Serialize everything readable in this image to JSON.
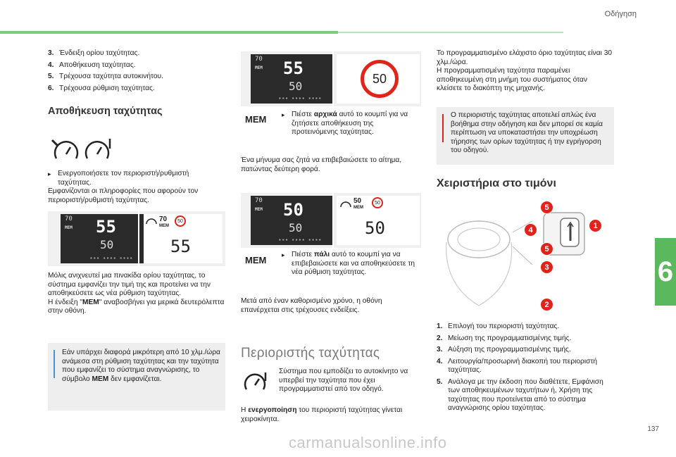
{
  "header": {
    "section": "Οδήγηση",
    "page": "137",
    "tab": "6"
  },
  "watermark": "carmanualsonline.info",
  "col1": {
    "list": [
      {
        "n": "3.",
        "t": "Ένδειξη ορίου ταχύτητας."
      },
      {
        "n": "4.",
        "t": "Αποθήκευση ταχύτητας."
      },
      {
        "n": "5.",
        "t": "Τρέχουσα ταχύτητα αυτοκινήτου."
      },
      {
        "n": "6.",
        "t": "Τρέχουσα ρύθμιση ταχύτητας."
      }
    ],
    "heading": "Αποθήκευση ταχύτητας",
    "bullet": "Ενεργοποιήσετε τον περιοριστή/ρυθμιστή ταχύτητας.",
    "para1": "Εμφανίζονται οι πληροφορίες που αφορούν τον περιοριστή/ρυθμιστή ταχύτητας.",
    "screen_a": {
      "big": "55",
      "small": "50",
      "tiny": "70",
      "mem": "MEM"
    },
    "screen_b": {
      "tiny": "70",
      "mem": "MEM",
      "circle": "50",
      "big": "55"
    },
    "para2": "Μόλις ανιχνευτεί μια πινακίδα ορίου ταχύτητας, το σύστημα εμφανίζει την τιμή της και προτείνει να την αποθηκεύσετε ως νέα ρύθμιση ταχύτητας.",
    "para3a": "Η ένδειξη \"",
    "para3b": "MEM",
    "para3c": "\" αναβοσβήνει για μερικά δευτερόλεπτα στην οθόνη.",
    "info1": "Εάν υπάρχει διαφορά μικρότερη από 10 χλμ./ώρα ανάμεσα στη ρύθμιση ταχύτητας και την ταχύτητα που εμφανίζει το σύστημα αναγνώρισης, το σύμβολο",
    "info1b": "MEM",
    "info1c": "δεν εμφανίζεται."
  },
  "col2": {
    "screen_c": {
      "big": "55",
      "small": "50",
      "tiny": "70",
      "mem": "MEM"
    },
    "sign1": "50",
    "mem1": "MEM",
    "bullet1a": "Πιέστε ",
    "bullet1b": "αρχικά",
    "bullet1c": " αυτό το κουμπί για να ζητήσετε αποθήκευση της προτεινόμενης ταχύτητας.",
    "para1": "Ένα μήνυμα σας ζητά να επιβεβαιώσετε το αίτημα, πατώντας δεύτερη φορά.",
    "screen_d": {
      "big": "50",
      "small": "50",
      "tiny": "70",
      "mem": "MEM"
    },
    "screen_e": {
      "tiny": "50",
      "mem": "MEM",
      "circle": "50",
      "big": "50"
    },
    "mem2": "MEM",
    "bullet2a": "Πιέστε ",
    "bullet2b": "πάλι",
    "bullet2c": " αυτό το κουμπί για να επιβεβαιώσετε και να αποθηκεύσετε τη νέα ρύθμιση ταχύτητας.",
    "para2": "Μετά από έναν καθορισμένο χρόνο, η οθόνη επανέρχεται στις τρέχουσες ενδείξεις.",
    "heading": "Περιοριστής ταχύτητας",
    "para3": "Σύστημα που εμποδίζει το αυτοκίνητο να υπερβεί την ταχύτητα που έχει προγραμματιστεί από τον οδηγό.",
    "para4a": "Η ",
    "para4b": "ενεργοποίηση",
    "para4c": " του περιοριστή ταχύτητας γίνεται χειροκίνητα."
  },
  "col3": {
    "para1": "Το προγραμματισμένο ελάχιστο όριο ταχύτητας είναι 30 χλμ./ώρα.",
    "para2": "Η προγραμματισμένη ταχύτητα παραμένει αποθηκευμένη στη μνήμη του συστήματος όταν κλείσετε το διακόπτη της μηχανής.",
    "warn": "Ο περιοριστής ταχύτητας αποτελεί απλώς ένα βοήθημα στην οδήγηση και δεν μπορεί σε καμία περίπτωση να υποκαταστήσει την υποχρέωση τήρησης των ορίων ταχύτητας ή την εγρήγορση του οδηγού.",
    "heading": "Χειριστήρια στο τιμόνι",
    "badges": [
      "5",
      "1",
      "4",
      "5",
      "3",
      "2"
    ],
    "list": [
      {
        "n": "1.",
        "t": "Επιλογή του περιοριστή ταχύτητας."
      },
      {
        "n": "2.",
        "t": "Μείωση της προγραμματισμένης τιμής."
      },
      {
        "n": "3.",
        "t": "Αύξηση της προγραμματισμένης τιμής."
      },
      {
        "n": "4.",
        "t": "Λειτουργία/προσωρινή διακοπή του περιοριστή ταχύτητας."
      },
      {
        "n": "5.",
        "t": "Ανάλογα με την έκδοση που διαθέτετε, Εμφάνιση των αποθηκευμένων ταχυτήτων ή, Χρήση της ταχύτητας που προτείνεται από το σύστημα αναγνώρισης ορίου ταχύτητας."
      }
    ]
  }
}
